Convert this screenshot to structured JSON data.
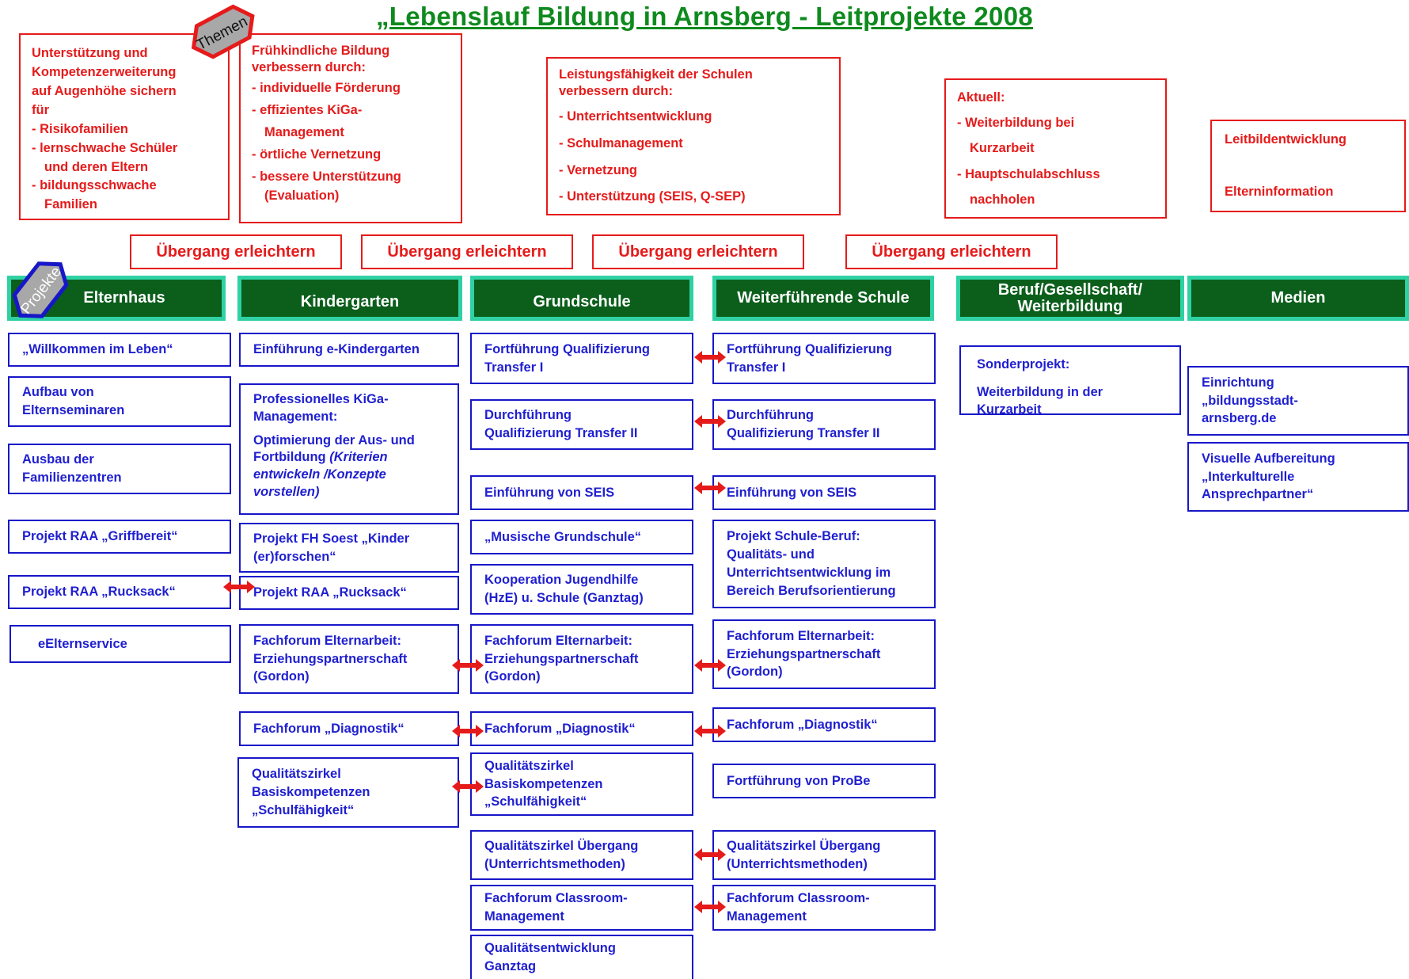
{
  "title": "„Lebenslauf Bildung in Arnsberg - Leitprojekte 2008",
  "tags": {
    "themen": "Themen",
    "projekte": "Projekte"
  },
  "themes": [
    [
      "Unterstützung und",
      "Kompetenzerweiterung",
      "auf Augenhöhe sichern",
      "für",
      "- Risikofamilien",
      "- lernschwache Schüler",
      "und deren Eltern",
      "- bildungsschwache",
      "Familien"
    ],
    [
      "Frühkindliche Bildung",
      "verbessern durch:",
      "- individuelle Förderung",
      "- effizientes KiGa-",
      "Management",
      "- örtliche Vernetzung",
      "- bessere Unterstützung",
      "(Evaluation)"
    ],
    [
      "Leistungsfähigkeit der Schulen",
      "verbessern durch:",
      "- Unterrichtsentwicklung",
      "- Schulmanagement",
      "- Vernetzung",
      "- Unterstützung (SEIS, Q-SEP)"
    ],
    [
      "Aktuell:",
      "- Weiterbildung bei",
      "Kurzarbeit",
      "- Hauptschulabschluss",
      "nachholen"
    ],
    [
      "Leitbildentwicklung",
      "Elterninformation"
    ]
  ],
  "transitions": [
    "Übergang erleichtern",
    "Übergang erleichtern",
    "Übergang erleichtern",
    "Übergang erleichtern"
  ],
  "columns": [
    "Elternhaus",
    "Kindergarten",
    "Grundschule",
    "Weiterführende Schule",
    "Beruf/Gesellschaft/",
    "Weiterbildung",
    "Medien"
  ],
  "projects": {
    "elternhaus": [
      [
        "„Willkommen im Leben“"
      ],
      [
        "Aufbau von",
        "Elternseminaren"
      ],
      [
        "Ausbau der",
        "Familienzentren"
      ],
      [
        "Projekt RAA „Griffbereit“"
      ],
      [
        "Projekt RAA „Rucksack“"
      ],
      [
        "eElternservice"
      ]
    ],
    "kindergarten": [
      [
        "Einführung e-Kindergarten"
      ],
      [
        "Professionelles KiGa-",
        "Management:",
        "Optimierung der Aus- und",
        "Fortbildung ",
        "(Kriterien",
        "entwickeln /Konzepte",
        "vorstellen)"
      ],
      [
        "Projekt FH Soest „Kinder",
        "(er)forschen“"
      ],
      [
        "Projekt RAA „Rucksack“"
      ],
      [
        "Fachforum Elternarbeit:",
        "Erziehungspartnerschaft",
        "(Gordon)"
      ],
      [
        "Fachforum „Diagnostik“"
      ],
      [
        "Qualitätszirkel",
        "Basiskompetenzen",
        "„Schulfähigkeit“"
      ]
    ],
    "grundschule": [
      [
        "Fortführung Qualifizierung",
        "Transfer I"
      ],
      [
        "Durchführung",
        "Qualifizierung Transfer II"
      ],
      [
        "Einführung von SEIS"
      ],
      [
        "„Musische Grundschule“"
      ],
      [
        "Kooperation Jugendhilfe",
        "(HzE) u. Schule (Ganztag)"
      ],
      [
        "Fachforum Elternarbeit:",
        "Erziehungspartnerschaft",
        "(Gordon)"
      ],
      [
        "Fachforum „Diagnostik“"
      ],
      [
        "Qualitätszirkel",
        "Basiskompetenzen",
        "„Schulfähigkeit“"
      ],
      [
        "Qualitätszirkel Übergang",
        "(Unterrichtsmethoden)"
      ],
      [
        "Fachforum Classroom-",
        "Management"
      ],
      [
        "Qualitätsentwicklung",
        "Ganztag"
      ]
    ],
    "weiterfuehrend": [
      [
        "Fortführung Qualifizierung",
        "Transfer I"
      ],
      [
        "Durchführung",
        "Qualifizierung Transfer II"
      ],
      [
        "Einführung von SEIS"
      ],
      [
        "Projekt Schule-Beruf:",
        "Qualitäts- und",
        "Unterrichtsentwicklung im",
        "Bereich Berufsorientierung"
      ],
      [
        "Fachforum Elternarbeit:",
        "Erziehungspartnerschaft",
        "(Gordon)"
      ],
      [
        "Fachforum „Diagnostik“"
      ],
      [
        "Fortführung von ProBe"
      ],
      [
        "Qualitätszirkel Übergang",
        "(Unterrichtsmethoden)"
      ],
      [
        "Fachforum Classroom-",
        "Management"
      ]
    ],
    "beruf": [
      [
        "Sonderprojekt:",
        "Weiterbildung in der",
        "Kurzarbeit"
      ]
    ],
    "medien": [
      [
        "Einrichtung",
        "„bildungsstadt-",
        "arnsberg.de"
      ],
      [
        "Visuelle Aufbereitung",
        "„Interkulturelle",
        "Ansprechpartner“"
      ]
    ]
  },
  "colors": {
    "title": "#0f8a1e",
    "theme_red": "#e51b1b",
    "project_blue": "#1717c9",
    "header_green": "#0b5f1b",
    "header_border": "#2fd1a4",
    "tag_grey": "#a8a8a8"
  }
}
